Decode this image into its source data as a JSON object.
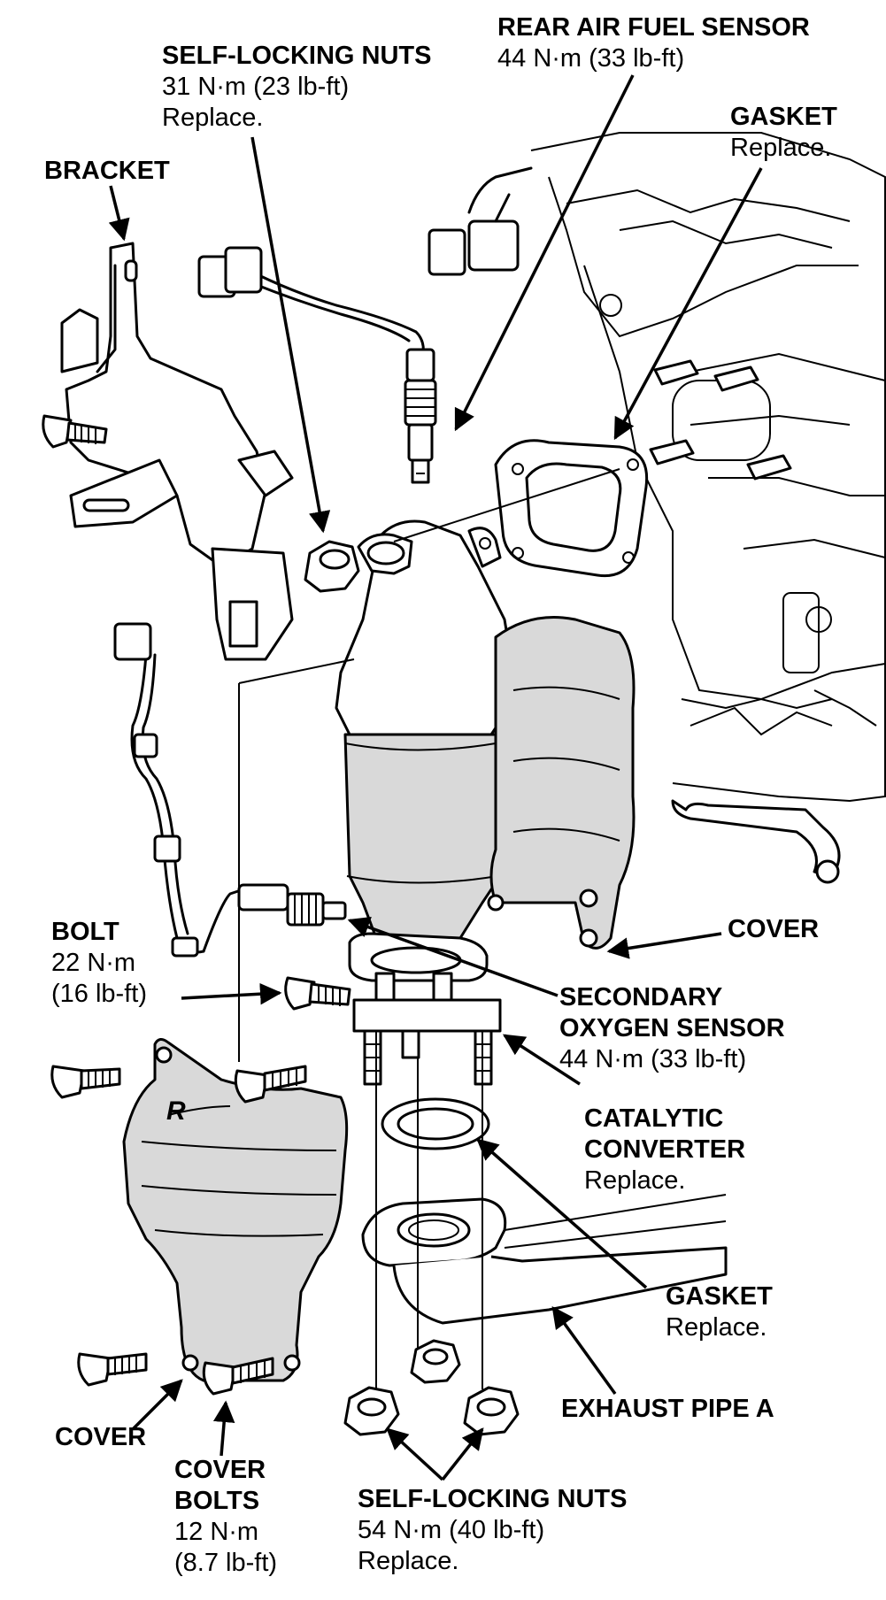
{
  "labels": {
    "rear_sensor": {
      "title": "REAR AIR FUEL SENSOR",
      "line1": "44 N·m (33 lb-ft)"
    },
    "nuts_top": {
      "title": "SELF-LOCKING NUTS",
      "line1": "31 N·m (23 lb-ft)",
      "line2": "Replace."
    },
    "gasket_top": {
      "title": "GASKET",
      "line1": "Replace."
    },
    "bracket": {
      "title": "BRACKET"
    },
    "bolt": {
      "title": "BOLT",
      "line1": "22 N·m",
      "line2": "(16 lb-ft)"
    },
    "cover_right": {
      "title": "COVER"
    },
    "secondary": {
      "title1": "SECONDARY",
      "title2": "OXYGEN SENSOR",
      "line1": "44 N·m (33 lb-ft)"
    },
    "catalytic": {
      "title1": "CATALYTIC",
      "title2": "CONVERTER",
      "line1": "Replace."
    },
    "gasket_bottom": {
      "title": "GASKET",
      "line1": "Replace."
    },
    "exhaust": {
      "title": "EXHAUST PIPE A"
    },
    "cover_left": {
      "title": "COVER"
    },
    "cover_bolts": {
      "title1": "COVER",
      "title2": "BOLTS",
      "line1": "12 N·m",
      "line2": "(8.7 lb-ft)"
    },
    "nuts_bottom": {
      "title": "SELF-LOCKING NUTS",
      "line1": "54 N·m (40 lb-ft)",
      "line2": "Replace."
    }
  },
  "shield_mark": "R"
}
